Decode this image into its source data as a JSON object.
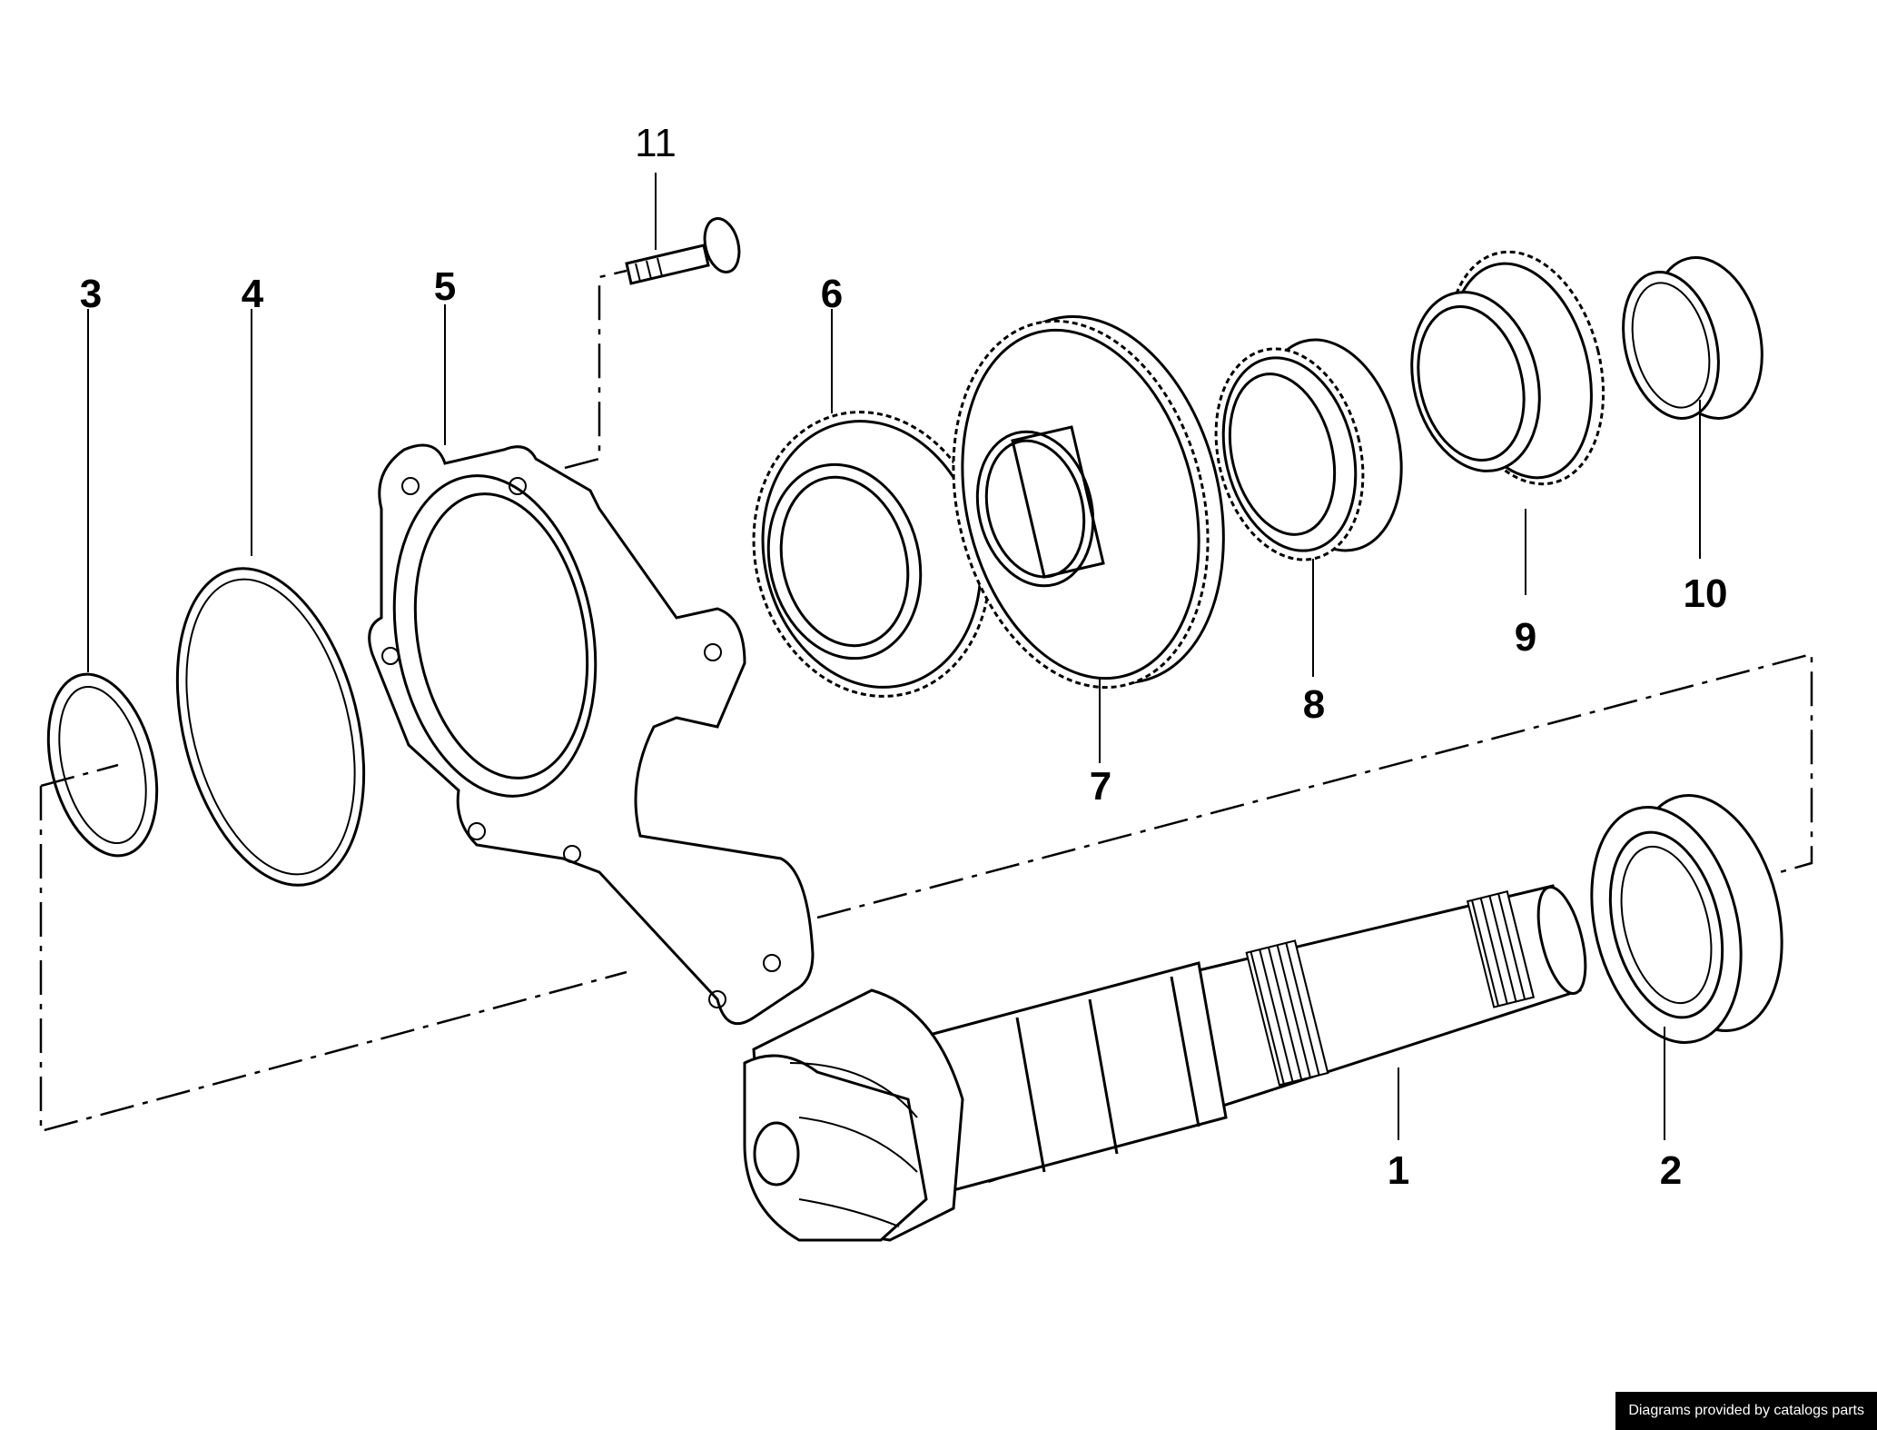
{
  "diagram": {
    "callouts": [
      {
        "id": "1",
        "label": "1"
      },
      {
        "id": "2",
        "label": "2"
      },
      {
        "id": "3",
        "label": "3"
      },
      {
        "id": "4",
        "label": "4"
      },
      {
        "id": "5",
        "label": "5"
      },
      {
        "id": "6",
        "label": "6"
      },
      {
        "id": "7",
        "label": "7"
      },
      {
        "id": "8",
        "label": "8"
      },
      {
        "id": "9",
        "label": "9"
      },
      {
        "id": "10",
        "label": "10"
      },
      {
        "id": "11",
        "label": "11"
      }
    ]
  },
  "footer": {
    "credit": "Diagrams provided by catalogs parts"
  }
}
